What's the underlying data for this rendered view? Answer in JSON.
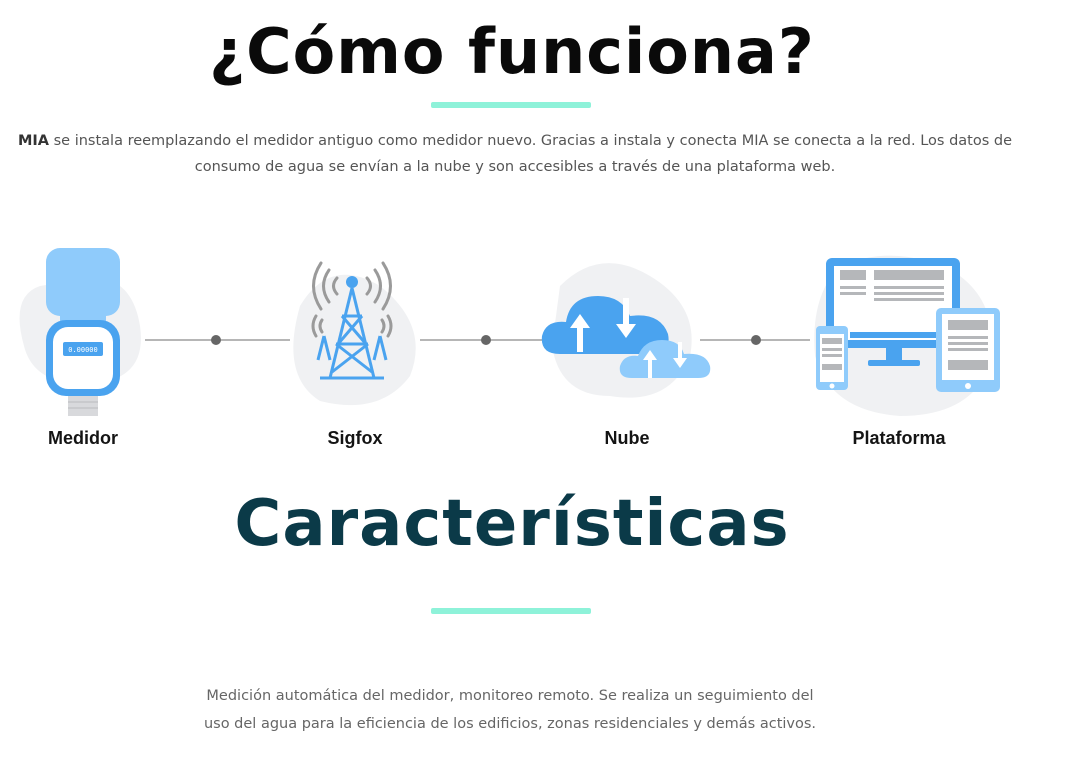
{
  "how": {
    "title": "¿Cómo funciona?",
    "intro_bold": "MIA",
    "intro_text": " se instala reemplazando el medidor antiguo como medidor nuevo.  Gracias a instala y conecta MIA se conecta a la red. Los datos de consumo de agua se envían a la nube y son accesibles a través de una plataforma web."
  },
  "steps": [
    {
      "label": "Medidor",
      "icon": "water-meter-icon",
      "display": "0.00000"
    },
    {
      "label": "Sigfox",
      "icon": "radio-tower-icon"
    },
    {
      "label": "Nube",
      "icon": "cloud-sync-icon"
    },
    {
      "label": "Plataforma",
      "icon": "devices-icon"
    }
  ],
  "features": {
    "title": "Características",
    "text": "Medición automática del medidor, monitoreo remoto. Se realiza un seguimiento del uso del agua para la eficiencia de los edificios, zonas residenciales y demás activos."
  },
  "colors": {
    "accent_bar": "#8ef2d9",
    "icon_blue": "#4aa3ef",
    "icon_light_blue": "#8fcbfb",
    "features_title": "#0b3a48"
  }
}
